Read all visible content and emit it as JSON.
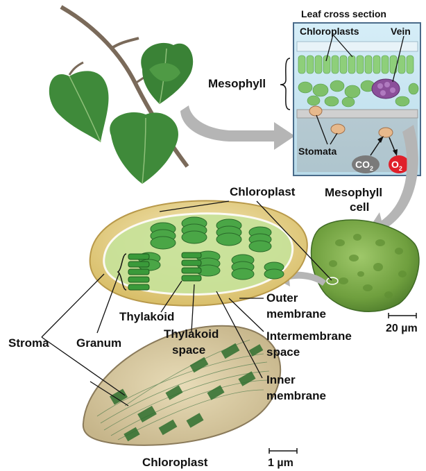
{
  "labels": {
    "leaf_cross_section": "Leaf cross section",
    "chloroplasts": "Chloroplasts",
    "vein": "Vein",
    "mesophyll": "Mesophyll",
    "stomata": "Stomata",
    "co2": "CO",
    "co2_sub": "2",
    "o2": "O",
    "o2_sub": "2",
    "chloroplast_top": "Chloroplast",
    "mesophyll_cell_line1": "Mesophyll",
    "mesophyll_cell_line2": "cell",
    "outer_membrane_line1": "Outer",
    "outer_membrane_line2": "membrane",
    "thylakoid": "Thylakoid",
    "thylakoid_space_line1": "Thylakoid",
    "thylakoid_space_line2": "space",
    "stroma": "Stroma",
    "granum": "Granum",
    "intermembrane_line1": "Intermembrane",
    "intermembrane_line2": "space",
    "inner_membrane_line1": "Inner",
    "inner_membrane_line2": "membrane",
    "chloroplast_bottom": "Chloroplast",
    "scale_20": "20 µm",
    "scale_1": "1 µm"
  },
  "colors": {
    "panel_bg": "#c9e6f2",
    "panel_border": "#4a6b8a",
    "leaf": "#3f8a3a",
    "leaf_dark": "#2b6a2a",
    "grana": "#3a9a3a",
    "envelope": "#e9d79a",
    "arrow": "#b5b5b5",
    "o2_red": "#e0202a",
    "co2_gray": "#7a7a7a"
  }
}
